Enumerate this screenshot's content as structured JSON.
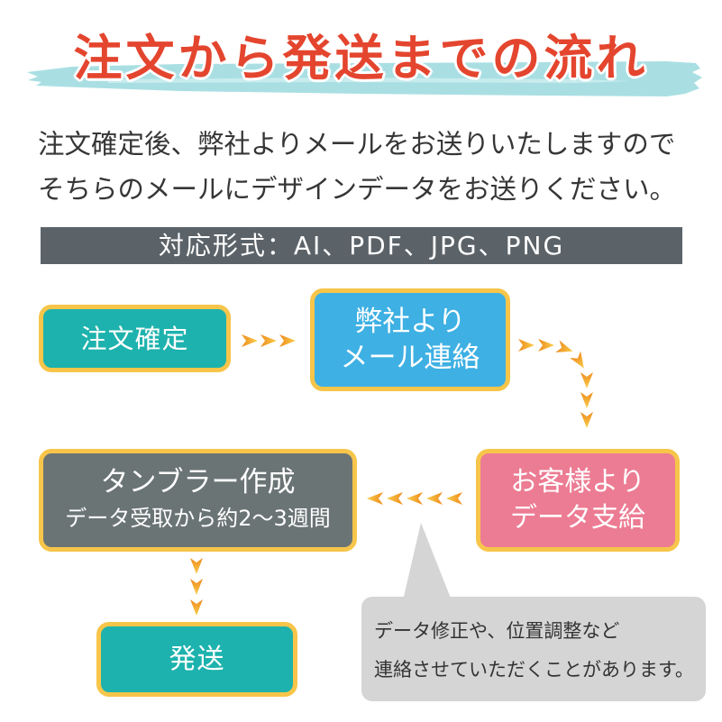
{
  "title": "注文から発送までの流れ",
  "intro": {
    "lines": [
      "注文確定後、弊社よりメールをお送りいたしますので",
      "そちらのメールにデザインデータをお送りください。"
    ]
  },
  "formats": "対応形式：AI、PDF、JPG、PNG",
  "steps": [
    {
      "lines": [
        "注文確定"
      ],
      "color": "#1db2ad"
    },
    {
      "lines": [
        "弊社より",
        "メール連絡"
      ],
      "color": "#3eb0e3"
    },
    {
      "lines": [
        "お客様より",
        "データ支給"
      ],
      "color": "#ec7c93"
    },
    {
      "lines": [
        "タンブラー作成",
        "データ受取から約2〜3週間"
      ],
      "color": "#6b7475"
    },
    {
      "lines": [
        "発送"
      ],
      "color": "#1db2ad"
    }
  ],
  "note": {
    "lines": [
      "データ修正や、位置調整など",
      "連絡させていただくことがあります。"
    ]
  },
  "colors": {
    "title_text": "#e4452e",
    "title_brush": "#a9dfe3",
    "formats_bar": "#5b6369",
    "box_border": "#f7c54a",
    "arrow_start": "#ef8a1e",
    "arrow_end": "#f8cf4c",
    "note_bubble": "#d5d5d5",
    "body_text": "#363636"
  }
}
